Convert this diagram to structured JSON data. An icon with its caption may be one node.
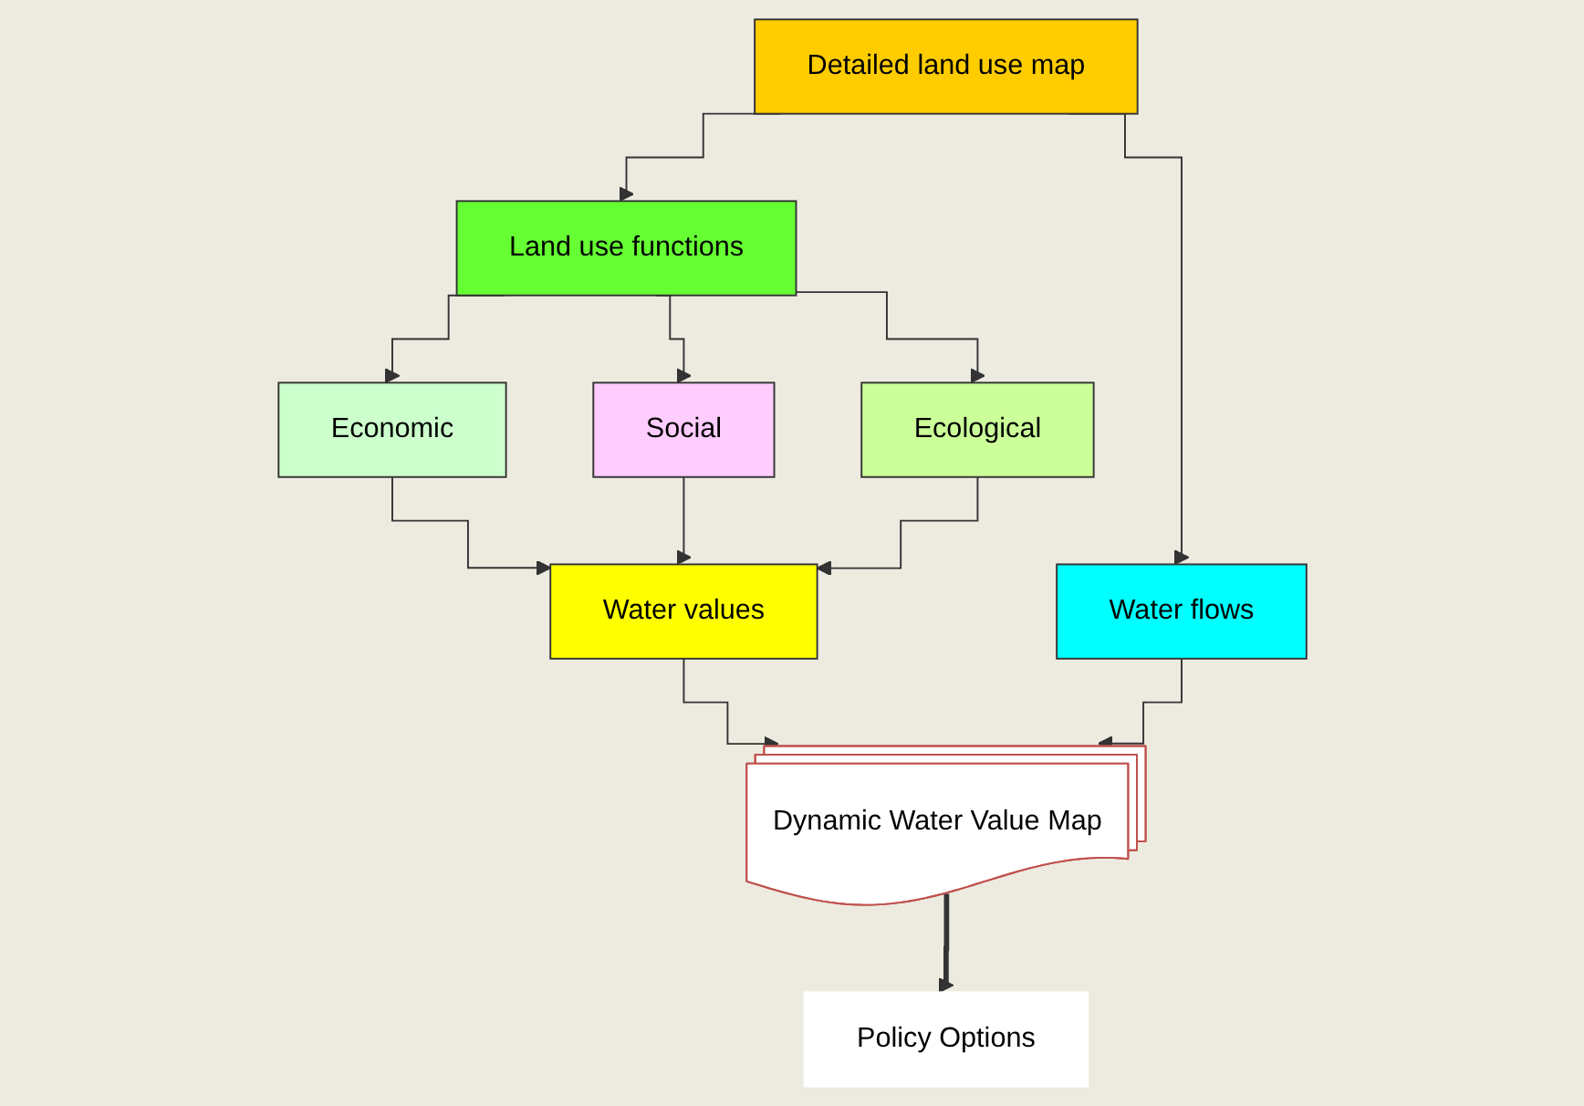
{
  "diagram": {
    "nodes": [
      {
        "text": [
          "Detailed land use map"
        ]
      },
      {
        "text": [
          "Land use functions"
        ]
      },
      {
        "text": [
          "Economic"
        ]
      },
      {
        "text": [
          "Social"
        ]
      },
      {
        "text": [
          "Ecological"
        ]
      },
      {
        "text": [
          "Water flows"
        ]
      },
      {
        "text": [
          "Water values"
        ]
      },
      {
        "text": [
          "Dynamic Water Value Map"
        ]
      },
      {
        "text": [
          "Policy Options"
        ]
      }
    ],
    "edges": [
      {
        "from": 0,
        "to": 1,
        "arrow": "to"
      },
      {
        "from": 0,
        "to": 5,
        "arrow": "to"
      },
      {
        "from": 1,
        "to": 2,
        "arrow": "to"
      },
      {
        "from": 1,
        "to": 3,
        "arrow": "to"
      },
      {
        "from": 1,
        "to": 4,
        "arrow": "to"
      },
      {
        "from": 2,
        "to": 6,
        "arrow": "to"
      },
      {
        "from": 3,
        "to": 6,
        "arrow": "to"
      },
      {
        "from": 4,
        "to": 6,
        "arrow": "to"
      },
      {
        "from": 6,
        "to": 7,
        "arrow": "to"
      },
      {
        "from": 5,
        "to": 7,
        "arrow": "to"
      },
      {
        "from": 7,
        "to": 8,
        "arrow": "to",
        "style": "thick"
      }
    ]
  }
}
